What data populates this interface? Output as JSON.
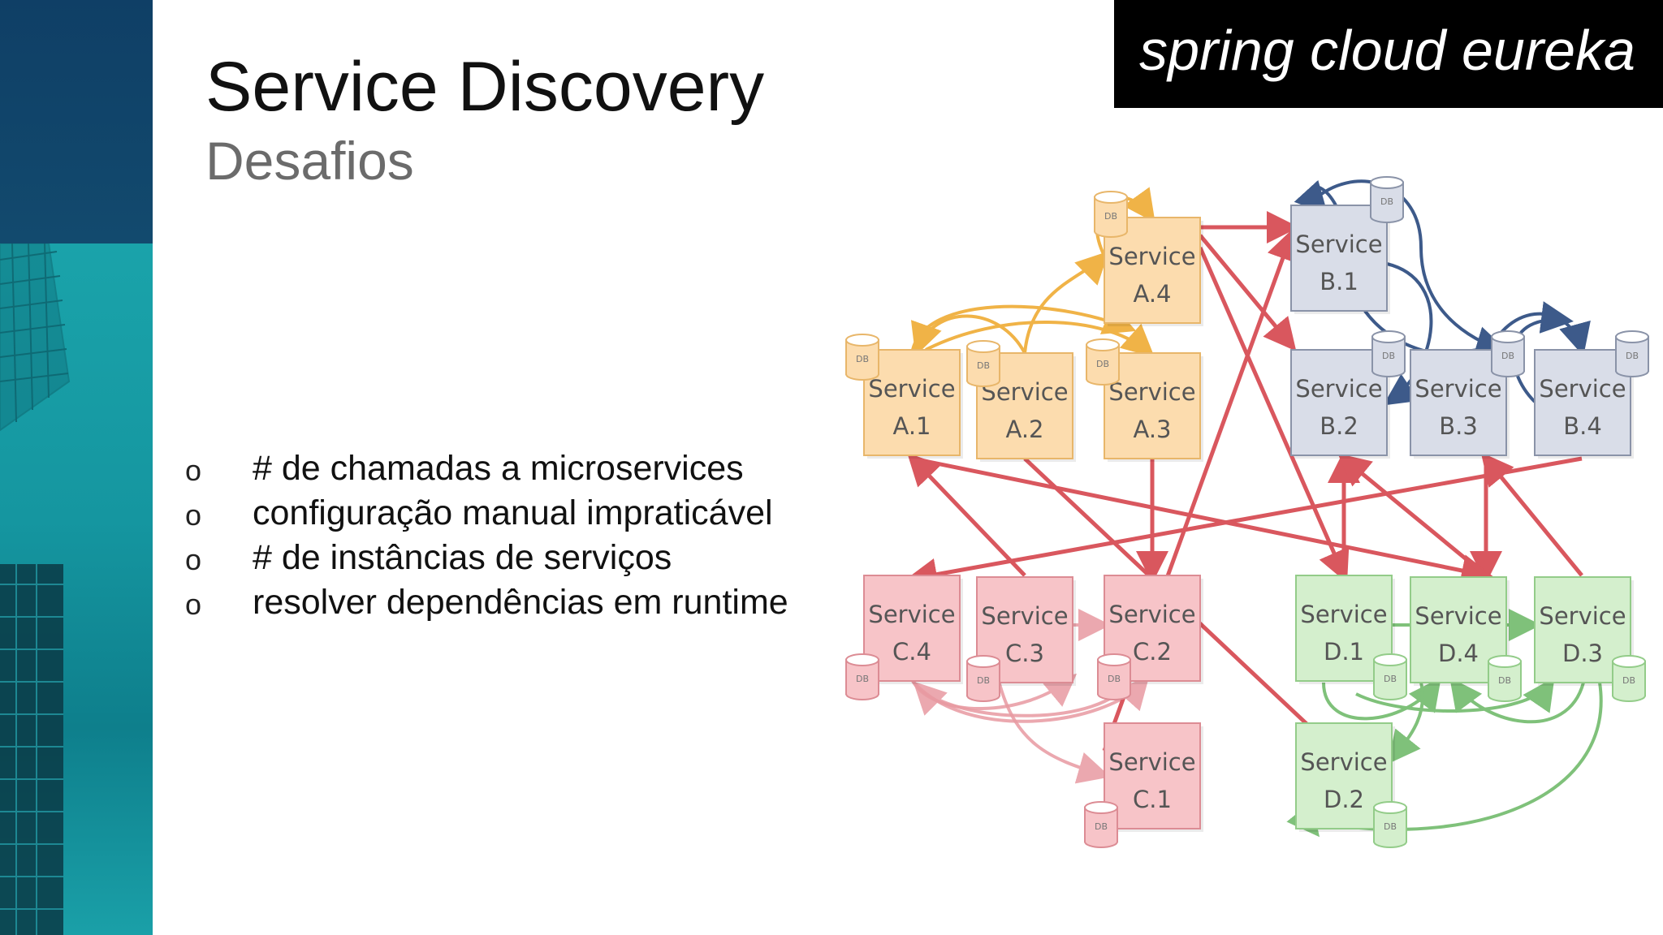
{
  "slide": {
    "title": "Service Discovery",
    "subtitle": "Desafios",
    "banner": "spring cloud eureka"
  },
  "bullets": [
    {
      "marker": "o",
      "text": "# de chamadas a microservices"
    },
    {
      "marker": "o",
      "text": "configuração manual impraticável"
    },
    {
      "marker": "o",
      "text": "# de instâncias de serviços"
    },
    {
      "marker": "o",
      "text": "resolver dependências em runtime"
    }
  ],
  "diagram": {
    "service_word": "Service",
    "db_word": "DB",
    "services": [
      {
        "id": "A.4",
        "group": "A"
      },
      {
        "id": "A.1",
        "group": "A"
      },
      {
        "id": "A.2",
        "group": "A"
      },
      {
        "id": "A.3",
        "group": "A"
      },
      {
        "id": "B.1",
        "group": "B"
      },
      {
        "id": "B.2",
        "group": "B"
      },
      {
        "id": "B.3",
        "group": "B"
      },
      {
        "id": "B.4",
        "group": "B"
      },
      {
        "id": "C.4",
        "group": "C"
      },
      {
        "id": "C.3",
        "group": "C"
      },
      {
        "id": "C.2",
        "group": "C"
      },
      {
        "id": "C.1",
        "group": "C"
      },
      {
        "id": "D.1",
        "group": "D"
      },
      {
        "id": "D.4",
        "group": "D"
      },
      {
        "id": "D.3",
        "group": "D"
      },
      {
        "id": "D.2",
        "group": "D"
      }
    ],
    "colors": {
      "A": {
        "fill": "#fcdcae",
        "stroke": "#e8b66a",
        "arrow": "#f0b347"
      },
      "B": {
        "fill": "#d9dde8",
        "stroke": "#8a93a8",
        "arrow": "#3d5a8a"
      },
      "C": {
        "fill": "#f7c4c8",
        "stroke": "#dc8c94",
        "arrow": "#e89aa2"
      },
      "D": {
        "fill": "#d4efcd",
        "stroke": "#93cc89",
        "arrow": "#7fc17a"
      },
      "cross": "#d9575e"
    }
  }
}
